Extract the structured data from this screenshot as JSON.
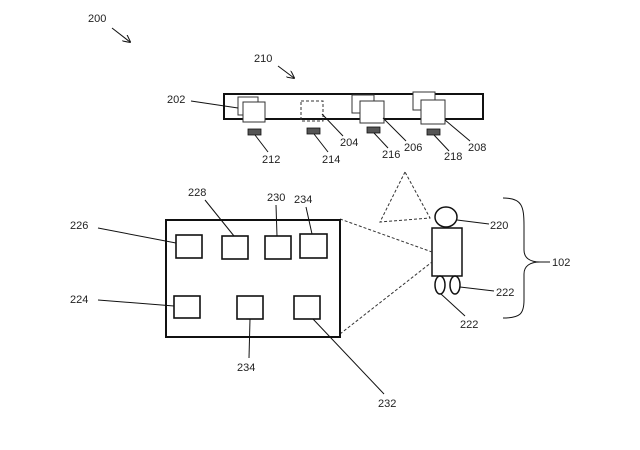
{
  "labels": {
    "l200": "200",
    "l210": "210",
    "l202": "202",
    "l204": "204",
    "l206": "206",
    "l208": "208",
    "l212": "212",
    "l214": "214",
    "l216": "216",
    "l218": "218",
    "l220": "220",
    "l222a": "222",
    "l222b": "222",
    "l102": "102",
    "l226": "226",
    "l228": "228",
    "l230": "230",
    "l234a": "234",
    "l224": "224",
    "l234b": "234",
    "l232": "232"
  }
}
